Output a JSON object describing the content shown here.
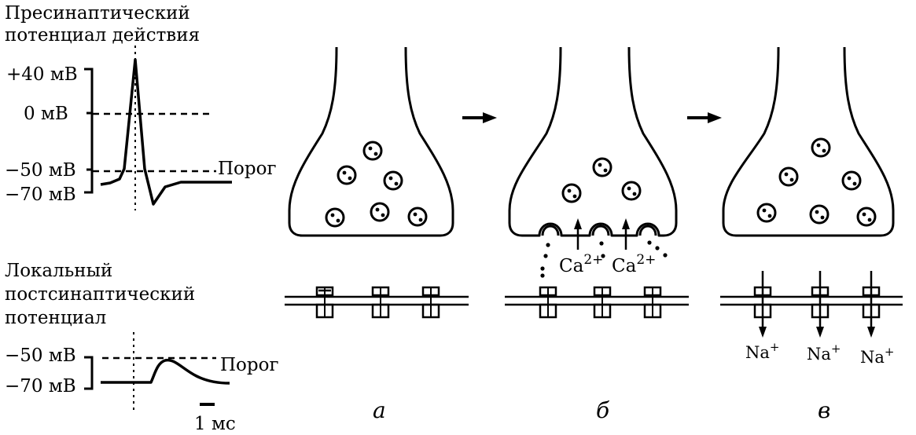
{
  "presynaptic": {
    "title_line1": "Пресинаптический",
    "title_line2": "потенциал действия",
    "ticks": [
      "+40 мВ",
      "0 мВ",
      "−50 мВ",
      "−70 мВ"
    ],
    "threshold": "Порог"
  },
  "postsynaptic": {
    "title_line1": "Локальный",
    "title_line2": "постсинаптический",
    "title_line3": "потенциал",
    "ticks": [
      "−50 мВ",
      "−70 мВ"
    ],
    "threshold": "Порог",
    "scale": "1 мс"
  },
  "panels": {
    "a": "а",
    "b": "б",
    "c": "в"
  },
  "ions": {
    "calcium": "Ca",
    "calcium_charge": "2+",
    "sodium": "Na",
    "sodium_charge": "+"
  }
}
